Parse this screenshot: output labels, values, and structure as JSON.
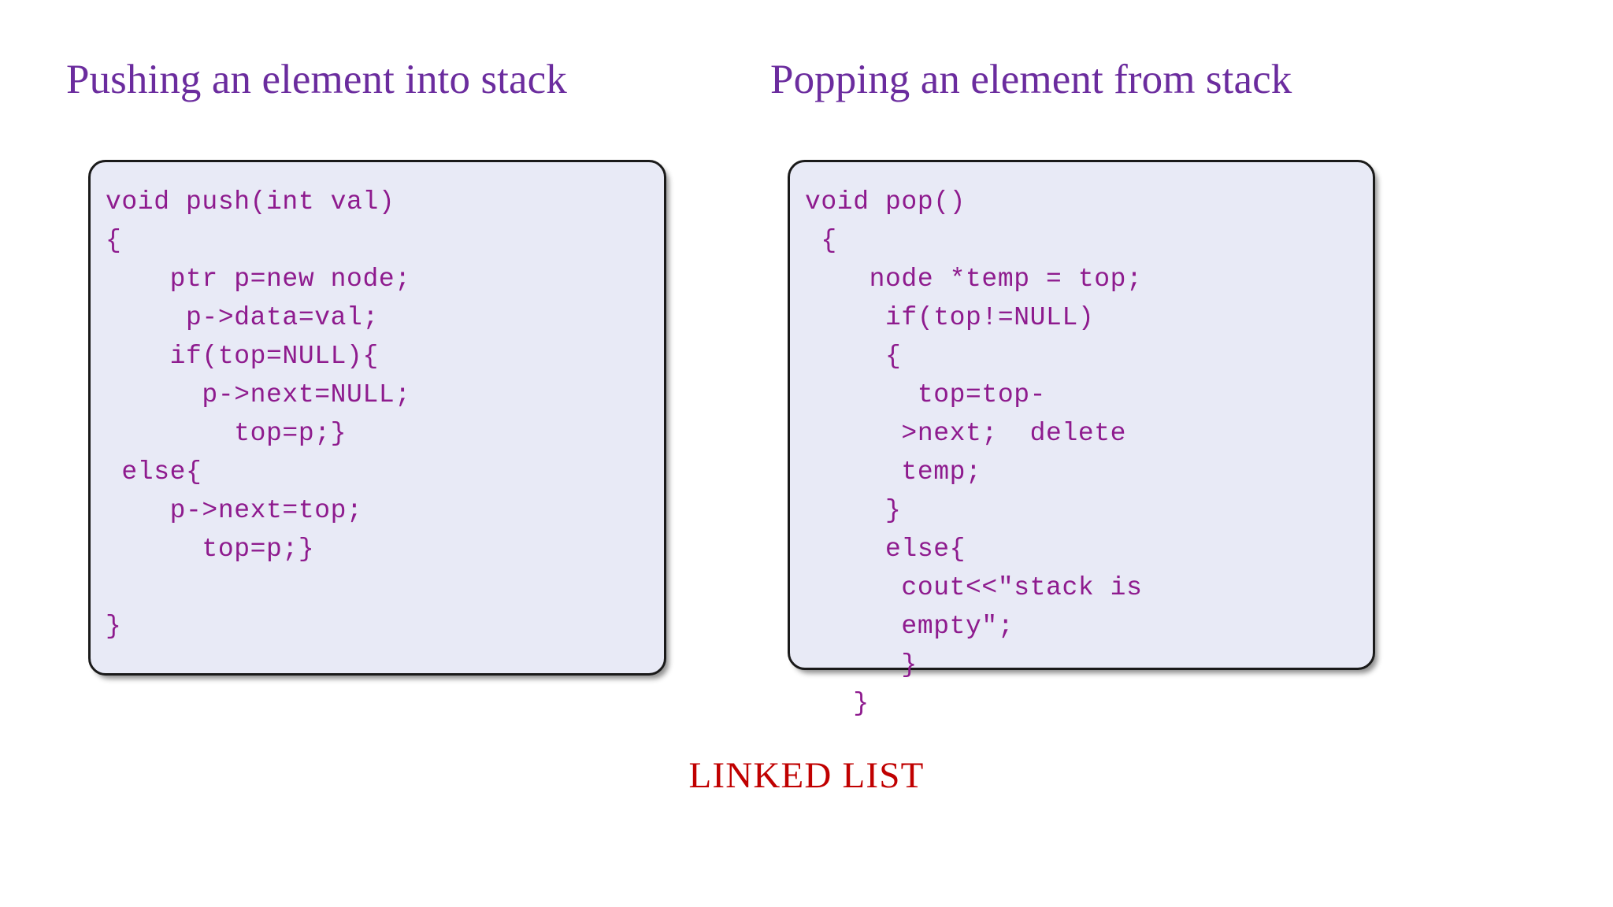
{
  "slide": {
    "background_color": "#FFFFFF",
    "heading_color": "#6B2C9E",
    "code_color": "#8E1B8E",
    "panel_fill_color": "#E8EAF6",
    "panel_border_color": "#1A1A1A",
    "footer_color": "#C00000"
  },
  "columns": {
    "left": {
      "heading": "Pushing an element into stack",
      "code_lines": [
        "void push(int val)",
        "{",
        "    ptr p=new node;",
        "     p->data=val;",
        "    if(top=NULL){",
        "      p->next=NULL;",
        "        top=p;}",
        " else{",
        "    p->next=top;",
        "      top=p;}",
        "",
        "}"
      ]
    },
    "right": {
      "heading": "Popping an element from stack",
      "code_lines": [
        "void pop()",
        " {",
        "    node *temp = top;",
        "     if(top!=NULL)",
        "     {",
        "       top=top-",
        "      >next;  delete",
        "      temp;",
        "     }",
        "     else{",
        "      cout<<\"stack is",
        "      empty\";",
        "      }",
        "   }"
      ]
    }
  },
  "footer": {
    "caption": "LINKED LIST"
  }
}
